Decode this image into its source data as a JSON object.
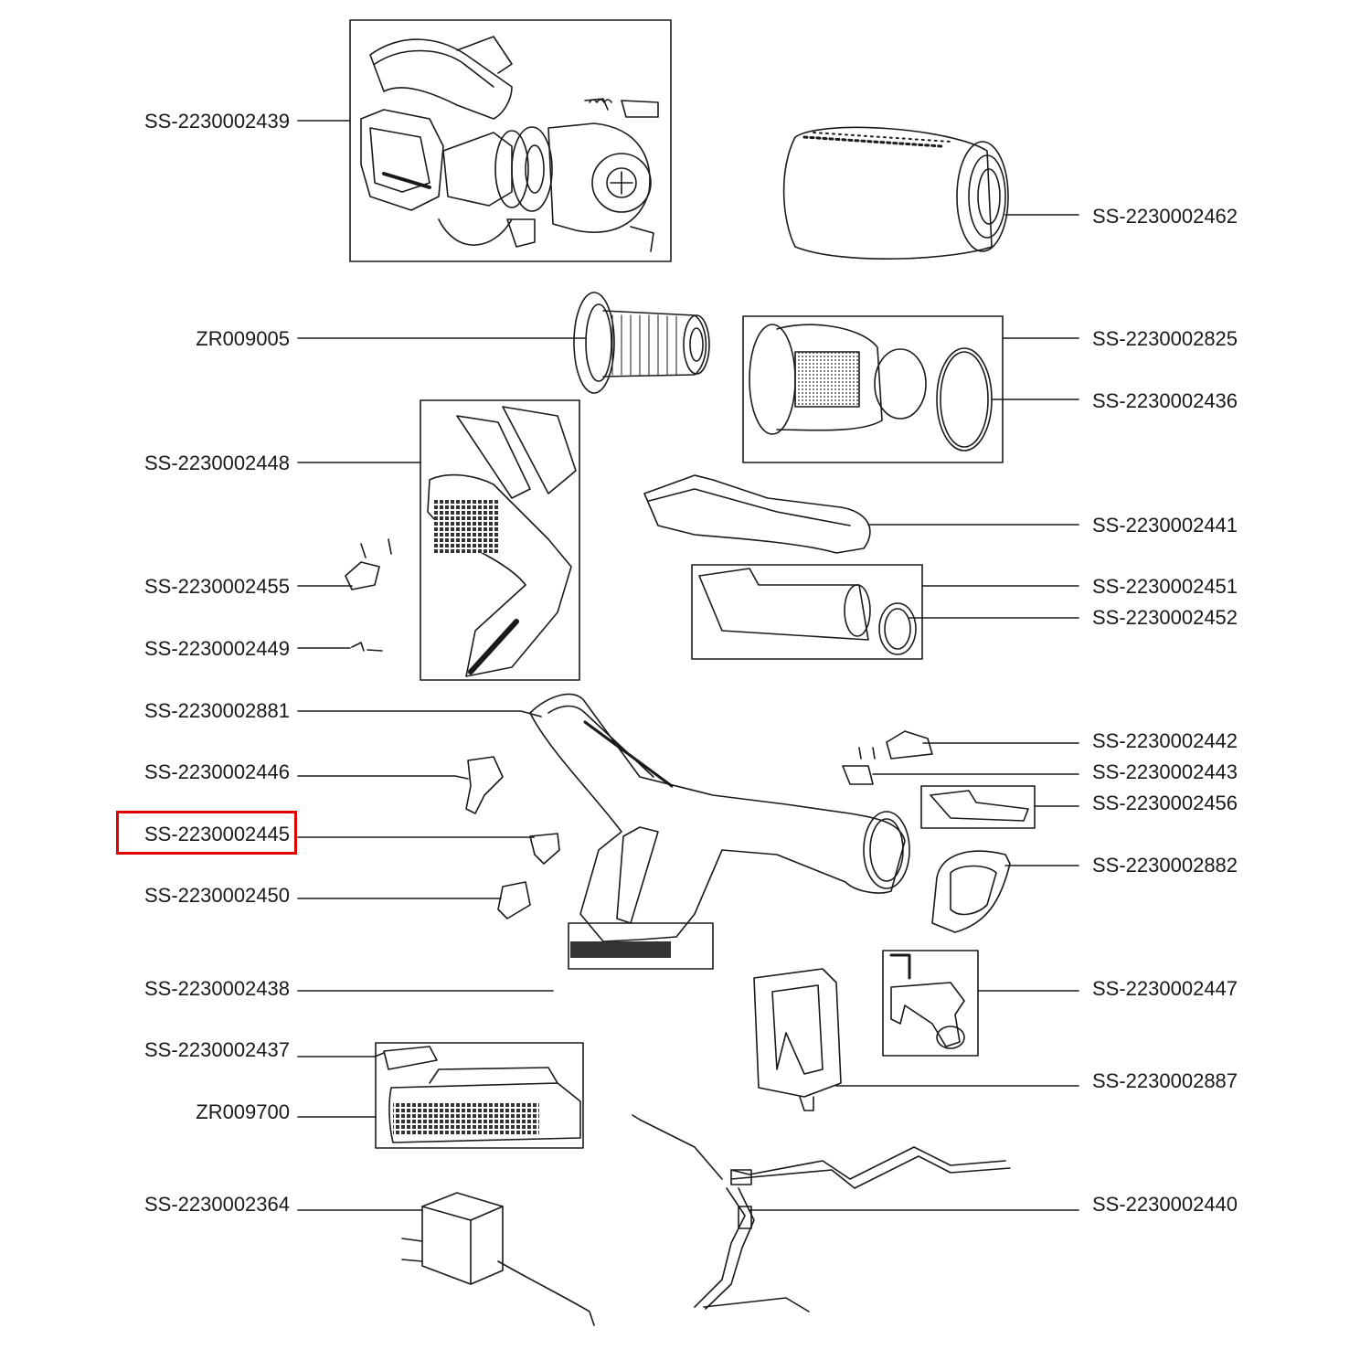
{
  "labels_left": [
    {
      "id": "l1",
      "text": "SS-2230002439"
    },
    {
      "id": "l2",
      "text": "ZR009005"
    },
    {
      "id": "l3",
      "text": "SS-2230002448"
    },
    {
      "id": "l4",
      "text": "SS-2230002455"
    },
    {
      "id": "l5",
      "text": "SS-2230002449"
    },
    {
      "id": "l6",
      "text": "SS-2230002881"
    },
    {
      "id": "l7",
      "text": "SS-2230002446"
    },
    {
      "id": "l8",
      "text": "SS-2230002445"
    },
    {
      "id": "l9",
      "text": "SS-2230002450"
    },
    {
      "id": "l10",
      "text": "SS-2230002438"
    },
    {
      "id": "l11",
      "text": "SS-2230002437"
    },
    {
      "id": "l12",
      "text": "ZR009700"
    },
    {
      "id": "l13",
      "text": "SS-2230002364"
    }
  ],
  "labels_right": [
    {
      "id": "r1",
      "text": "SS-2230002462"
    },
    {
      "id": "r2",
      "text": "SS-2230002825"
    },
    {
      "id": "r3",
      "text": "SS-2230002436"
    },
    {
      "id": "r4",
      "text": "SS-2230002441"
    },
    {
      "id": "r5",
      "text": "SS-2230002451"
    },
    {
      "id": "r6",
      "text": "SS-2230002452"
    },
    {
      "id": "r7",
      "text": "SS-2230002442"
    },
    {
      "id": "r8",
      "text": "SS-2230002443"
    },
    {
      "id": "r9",
      "text": "SS-2230002456"
    },
    {
      "id": "r10",
      "text": "SS-2230002882"
    },
    {
      "id": "r11",
      "text": "SS-2230002447"
    },
    {
      "id": "r12",
      "text": "SS-2230002887"
    },
    {
      "id": "r13",
      "text": "SS-2230002440"
    }
  ],
  "highlighted_part": "SS-2230002445",
  "colors": {
    "line": "#1a1a1a",
    "highlight": "#e00000",
    "shade": "#cfcfcf",
    "dark": "#333333"
  }
}
